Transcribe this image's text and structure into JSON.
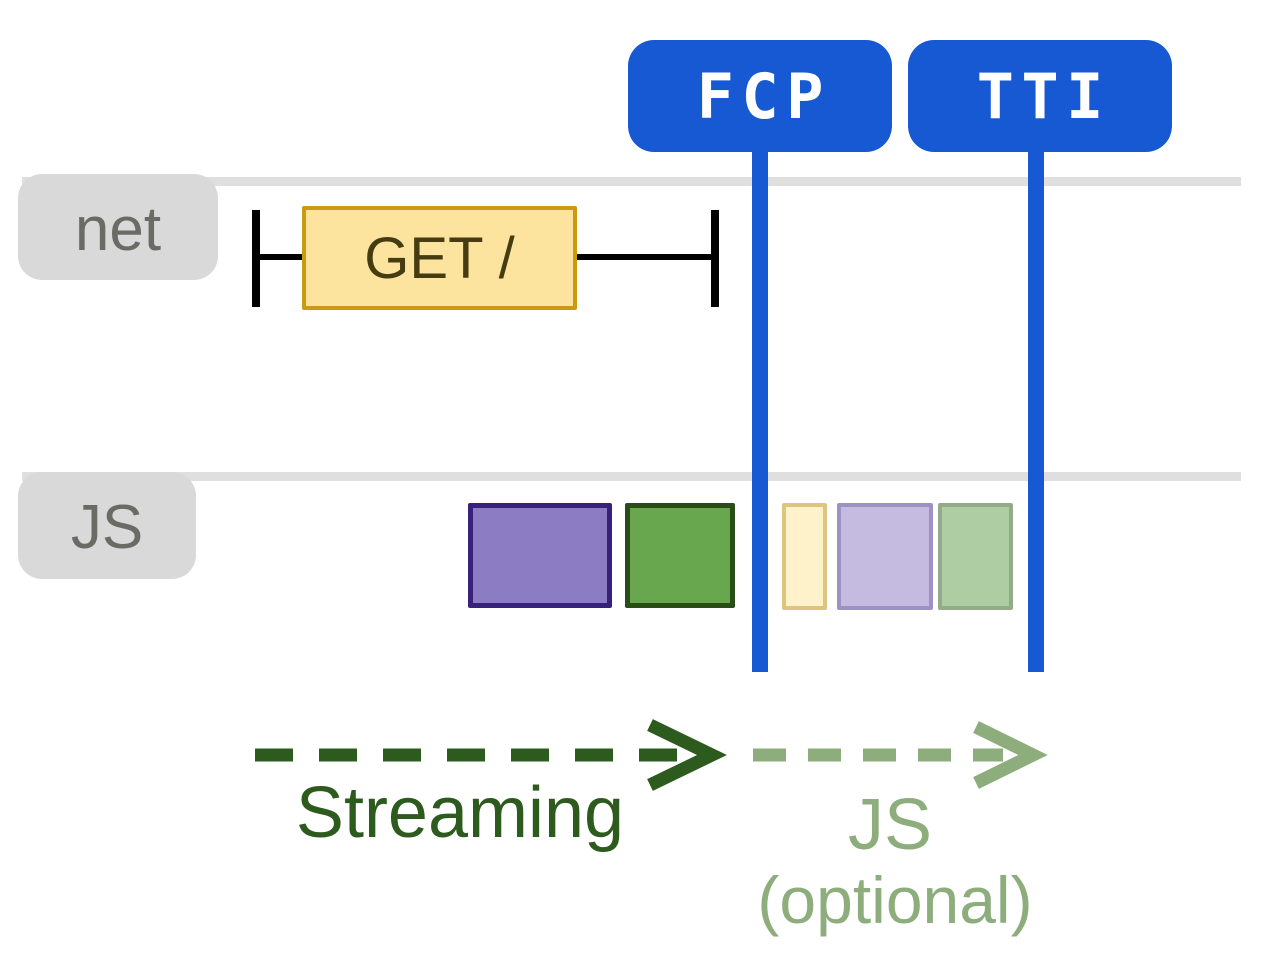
{
  "diagram": {
    "markers": [
      {
        "id": "fcp",
        "label": "FCP"
      },
      {
        "id": "tti",
        "label": "TTI"
      }
    ],
    "tracks": [
      {
        "id": "net",
        "label": "net"
      },
      {
        "id": "js",
        "label": "JS"
      }
    ],
    "net_request": {
      "label": "GET /"
    },
    "js_chunks": {
      "before_fcp": [
        "purple-chunk",
        "green-chunk"
      ],
      "after_fcp_optional": [
        "yellow-chunk-faded",
        "purple-chunk-faded",
        "green-chunk-faded"
      ]
    },
    "phases": [
      {
        "id": "streaming",
        "label": "Streaming"
      },
      {
        "id": "js-optional",
        "label_line1": "JS",
        "label_line2": "(optional)"
      }
    ],
    "colors": {
      "marker_blue": "#1659d2",
      "track_line_gray": "#dfdfdf",
      "track_tab_bg": "#d9d9d9",
      "track_tab_text": "#6b6b66",
      "request_fill": "#fce49e",
      "request_border": "#c99b10",
      "request_text": "#453c12",
      "chunk_purple_fill": "#8b7cc3",
      "chunk_purple_border": "#38217a",
      "chunk_green_fill": "#68a74e",
      "chunk_green_border": "#2a4d17",
      "chunk_yellow_faded_fill": "#fdf2ca",
      "chunk_yellow_faded_border": "#dfc47e",
      "chunk_purple_faded_fill": "#c5bbe1",
      "chunk_purple_faded_border": "#9d92c4",
      "chunk_green_faded_fill": "#afcda2",
      "chunk_green_faded_border": "#94ab89",
      "streaming_arrow_green": "#2d5a1d",
      "js_arrow_sage": "#8ead7d"
    }
  }
}
